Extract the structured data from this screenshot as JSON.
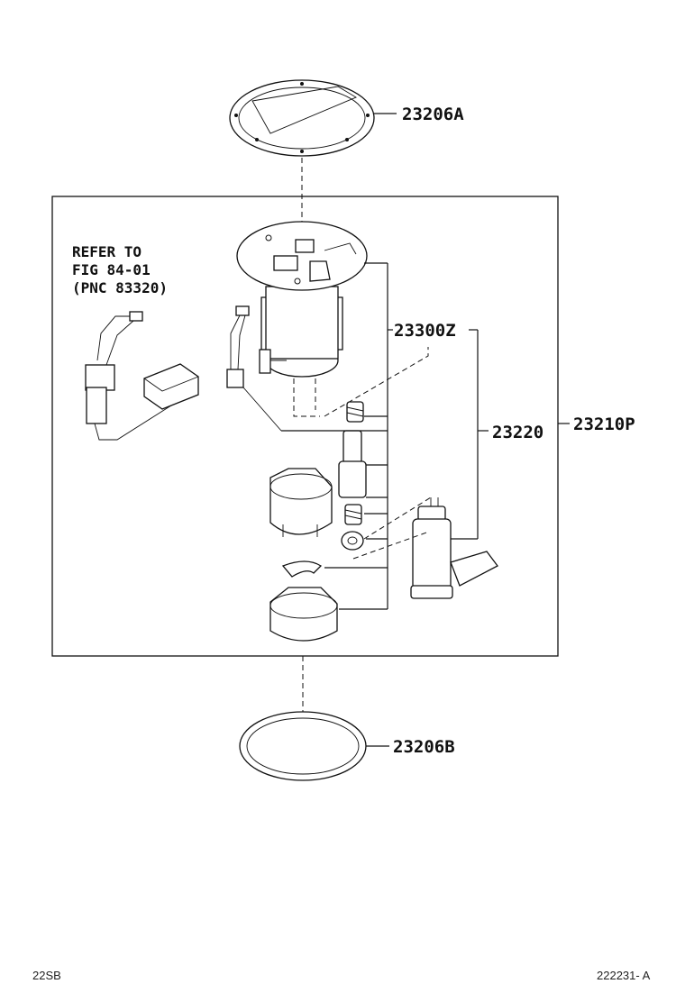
{
  "callouts": {
    "gasket_top": "23206A",
    "gauge_assy": "23300Z",
    "pump": "23220",
    "pump_assy": "23210P",
    "gasket_bottom": "23206B"
  },
  "reference": {
    "line1": "REFER TO",
    "line2": "FIG 84-01",
    "line3": "(PNC 83320)"
  },
  "footer": {
    "left": "22SB",
    "right": "222231- A"
  }
}
